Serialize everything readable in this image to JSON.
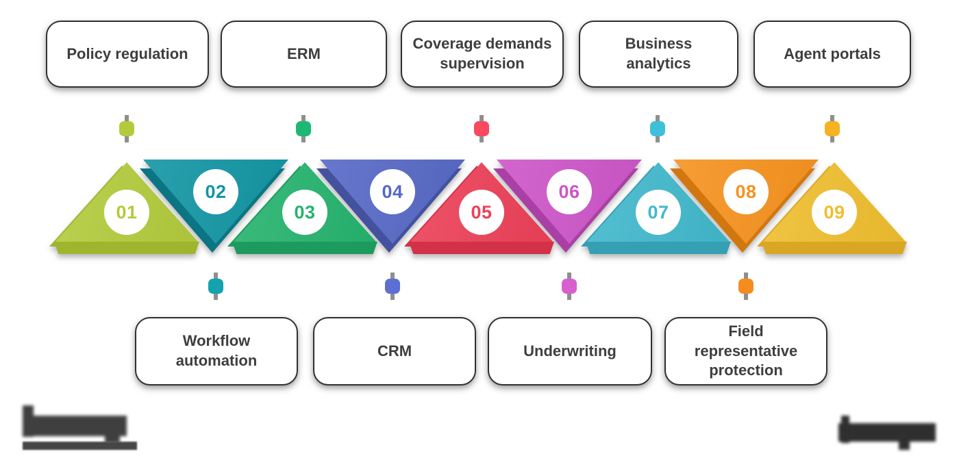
{
  "top_boxes": [
    {
      "label": "Policy regulation",
      "connector_color": "#b2cb3c"
    },
    {
      "label": "ERM",
      "connector_color": "#1db974"
    },
    {
      "label": "Coverage demands supervision",
      "connector_color": "#f8495e"
    },
    {
      "label": "Business analytics",
      "connector_color": "#3fc0d8"
    },
    {
      "label": "Agent portals",
      "connector_color": "#f6b220"
    }
  ],
  "bottom_boxes": [
    {
      "label": "Workflow automation",
      "connector_color": "#14a2af"
    },
    {
      "label": "CRM",
      "connector_color": "#5d6fd2"
    },
    {
      "label": "Underwriting",
      "connector_color": "#d95fce"
    },
    {
      "label": "Field representative protection",
      "connector_color": "#f68b1f"
    }
  ],
  "steps": [
    {
      "number": "01",
      "direction": "up",
      "color": "#b2cb3c",
      "shade": "#a0b52e",
      "linked_label": "Policy regulation"
    },
    {
      "number": "02",
      "direction": "down",
      "color": "#1295a3",
      "shade": "#0c7583",
      "linked_label": "Workflow automation"
    },
    {
      "number": "03",
      "direction": "up",
      "color": "#25b36e",
      "shade": "#1d9a5d",
      "linked_label": "ERM"
    },
    {
      "number": "04",
      "direction": "down",
      "color": "#5668c5",
      "shade": "#44519f",
      "linked_label": "CRM"
    },
    {
      "number": "05",
      "direction": "up",
      "color": "#ec4058",
      "shade": "#d23148",
      "linked_label": "Coverage demands supervision"
    },
    {
      "number": "06",
      "direction": "down",
      "color": "#cd55c8",
      "shade": "#aa40a5",
      "linked_label": "Underwriting"
    },
    {
      "number": "07",
      "direction": "up",
      "color": "#41b8cc",
      "shade": "#35a0b3",
      "linked_label": "Business analytics"
    },
    {
      "number": "08",
      "direction": "down",
      "color": "#f6921e",
      "shade": "#d2770f",
      "linked_label": "Field representative protection"
    },
    {
      "number": "09",
      "direction": "up",
      "color": "#efbe2e",
      "shade": "#d9a724",
      "linked_label": "Agent portals"
    }
  ],
  "branding": {
    "left_logo": "blurred wordmark with underline bar (illegible)",
    "right_logo": "blurred wordmark (illegible)"
  }
}
